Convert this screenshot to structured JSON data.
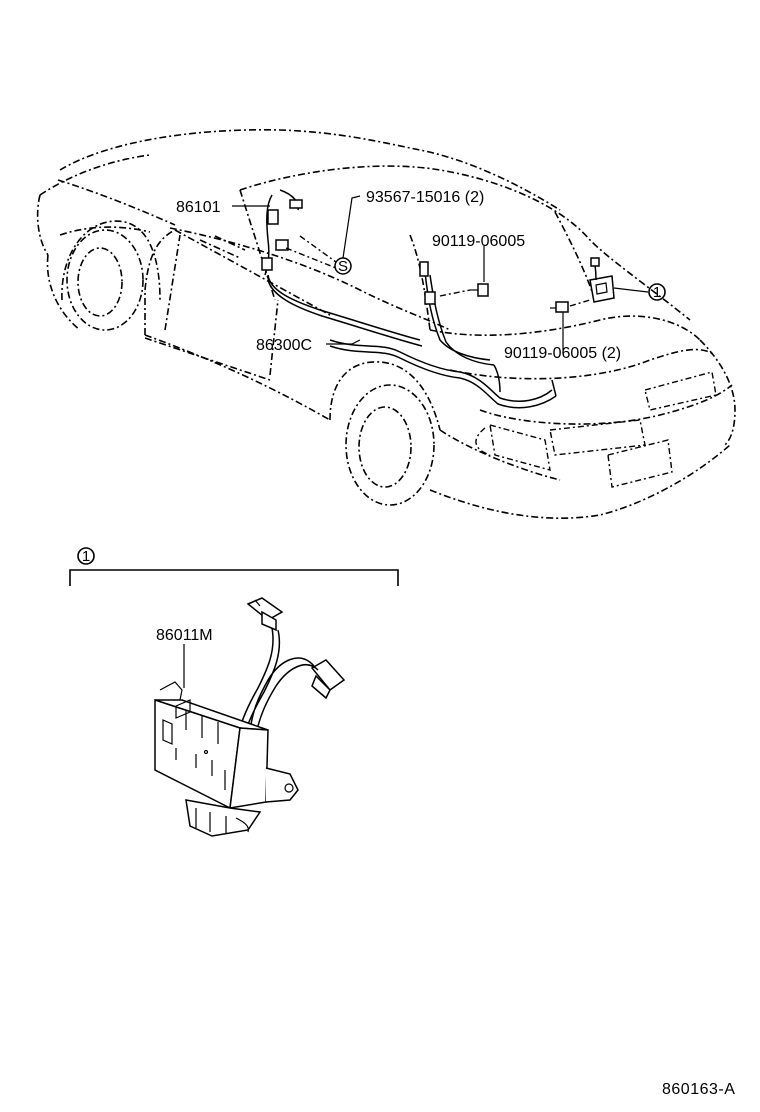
{
  "parts": {
    "wire_86101": "86101",
    "screw_93567": "93567-15016 (2)",
    "bolt_90119_top": "90119-06005",
    "wire_86300c": "86300C",
    "bolt_90119_bottom": "90119-06005 (2)",
    "module_86011m": "86011M"
  },
  "callouts": {
    "ref_marker": "1",
    "screw_marker": "S"
  },
  "figure_code": "860163-A"
}
